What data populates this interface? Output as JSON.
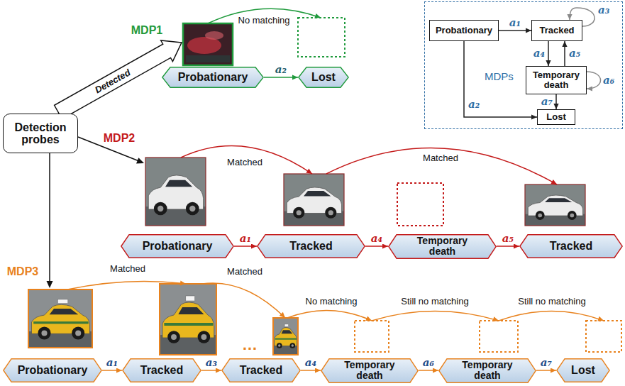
{
  "diagram": {
    "nodes": [
      {
        "text": [
          "Probationary"
        ]
      },
      {
        "text": [
          "Lost"
        ]
      },
      {
        "text": [
          "MDPs"
        ]
      },
      {
        "text": [
          "Probationary"
        ],
        "in": 2
      },
      {
        "text": [
          "Tracked"
        ],
        "in": 2
      },
      {
        "text": [
          "Temporary death"
        ],
        "in": 2
      },
      {
        "text": [
          "Lost"
        ],
        "in": 2
      },
      {
        "text": [
          "Detection probes"
        ]
      },
      {
        "text": [
          "Probationary"
        ]
      },
      {
        "text": [
          "Tracked"
        ]
      },
      {
        "text": [
          "Temporary death"
        ]
      },
      {
        "text": [
          "Tracked"
        ]
      },
      {
        "text": [
          "Probationary"
        ]
      },
      {
        "text": [
          "Tracked"
        ]
      },
      {
        "text": [
          "Tracked"
        ]
      },
      {
        "text": [
          "Temporary death"
        ]
      },
      {
        "text": [
          "Temporary death"
        ]
      },
      {
        "text": [
          "Lost"
        ]
      }
    ],
    "edges": [
      {
        "from": 0,
        "to": 1,
        "label": "a₂",
        "arrow": "to"
      },
      {
        "from": 3,
        "to": 4,
        "label": "a₁",
        "arrow": "to"
      },
      {
        "from": 3,
        "to": 6,
        "label": "a₂",
        "arrow": "to"
      },
      {
        "from": 4,
        "to": 4,
        "label": "a₃",
        "arrow": "to"
      },
      {
        "from": 4,
        "to": 5,
        "label": "a₄",
        "arrow": "to"
      },
      {
        "from": 5,
        "to": 4,
        "label": "a₅",
        "arrow": "to"
      },
      {
        "from": 5,
        "to": 5,
        "label": "a₆",
        "arrow": "to"
      },
      {
        "from": 5,
        "to": 6,
        "label": "a₇",
        "arrow": "to"
      },
      {
        "from": 8,
        "to": 9,
        "label": "a₁",
        "arrow": "to"
      },
      {
        "from": 9,
        "to": 10,
        "label": "a₄",
        "arrow": "to"
      },
      {
        "from": 10,
        "to": 11,
        "label": "a₅",
        "arrow": "to"
      },
      {
        "from": 12,
        "to": 13,
        "label": "a₁",
        "arrow": "to"
      },
      {
        "from": 13,
        "to": 14,
        "label": "a₃",
        "arrow": "to"
      },
      {
        "from": 14,
        "to": 15,
        "label": "a₄",
        "arrow": "to"
      },
      {
        "from": 15,
        "to": 16,
        "label": "a₆",
        "arrow": "to"
      },
      {
        "from": 16,
        "to": 17,
        "label": "a₇",
        "arrow": "to"
      }
    ],
    "labels": [
      "MDP1",
      "MDP2",
      "MDP3",
      "Detected",
      "No matching",
      "Matched",
      "Matched",
      "Matched",
      "Matched",
      "No matching",
      "Still no matching",
      "Still no matching",
      "…"
    ]
  }
}
